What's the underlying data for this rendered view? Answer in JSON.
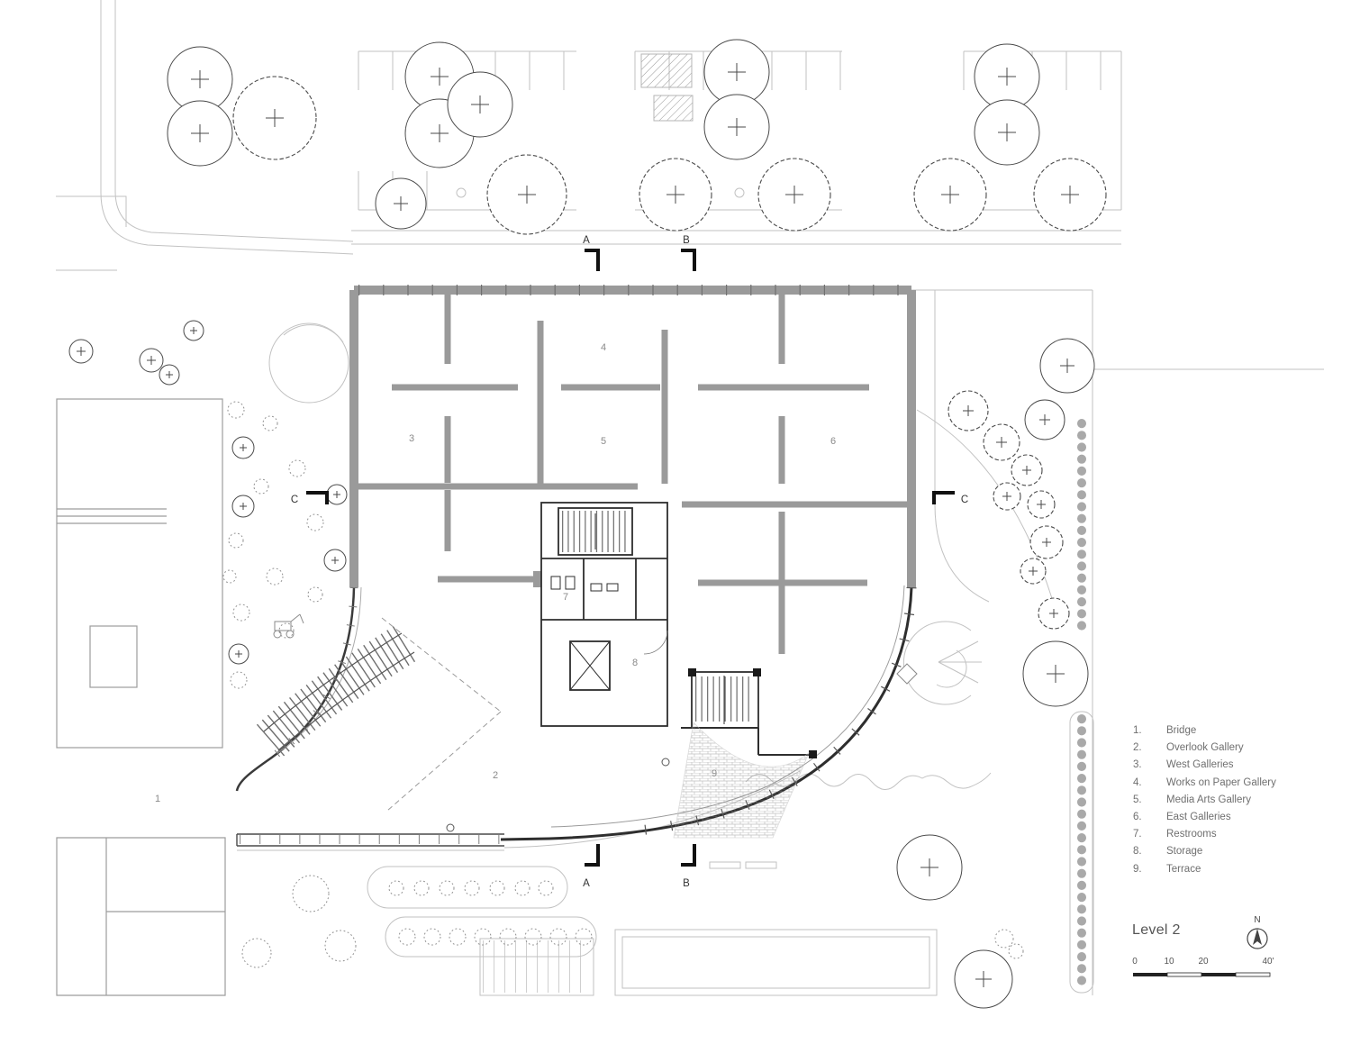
{
  "title": "Level 2",
  "north_label": "N",
  "scale": {
    "t0": "0",
    "t1": "10",
    "t2": "20",
    "t3": "40'"
  },
  "rooms": {
    "n1": "1",
    "n2": "2",
    "n3": "3",
    "n4": "4",
    "n5": "5",
    "n6": "6",
    "n7": "7",
    "n8": "8",
    "n9": "9"
  },
  "sections": {
    "a_top": "A",
    "b_top": "B",
    "c_left": "C",
    "c_right": "C",
    "a_bottom": "A",
    "b_bottom": "B"
  },
  "legend": {
    "items": [
      {
        "num": "1.",
        "label": "Bridge"
      },
      {
        "num": "2.",
        "label": "Overlook Gallery"
      },
      {
        "num": "3.",
        "label": "West Galleries"
      },
      {
        "num": "4.",
        "label": "Works on Paper Gallery"
      },
      {
        "num": "5.",
        "label": "Media Arts Gallery"
      },
      {
        "num": "6.",
        "label": "East Galleries"
      },
      {
        "num": "7.",
        "label": "Restrooms"
      },
      {
        "num": "8.",
        "label": "Storage"
      },
      {
        "num": "9.",
        "label": "Terrace"
      }
    ]
  },
  "colors": {
    "wall_gray": "#9a9a9a",
    "line_dark": "#2e2e2e",
    "line_light": "#c2c2c2",
    "text_gray": "#6f6f6f"
  }
}
